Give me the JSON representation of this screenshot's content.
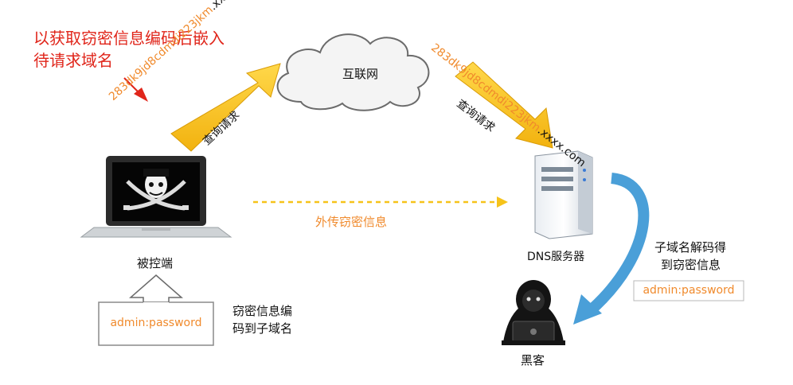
{
  "annotation": {
    "line1": "以获取窃密信息编码后嵌入",
    "line2": "待请求域名"
  },
  "internet_label": "互联网",
  "query_left": {
    "subdomain": "283dk9jd8cdmdi223jkm",
    "domain": ".xxxx.com",
    "label": "查询请求"
  },
  "query_right": {
    "subdomain": "283dk9jd8cdmdi223jkm",
    "domain": ".xxxx.com",
    "label": "查询请求"
  },
  "victim_label": "被控端",
  "exfil_label": "外传窃密信息",
  "dns_label": "DNS服务器",
  "decode_note": {
    "line1": "子域名解码得",
    "line2": "到窃密信息"
  },
  "decoded_value": "admin:password",
  "hacker_label": "黑客",
  "source_value": "admin:password",
  "encode_note": {
    "line1": "窃密信息编",
    "line2": "码到子域名"
  },
  "colors": {
    "arrow_gold": "#f6c31a",
    "arrow_blue": "#4a9fd8",
    "accent_orange": "#f08a2c",
    "note_red": "#e0261b"
  }
}
